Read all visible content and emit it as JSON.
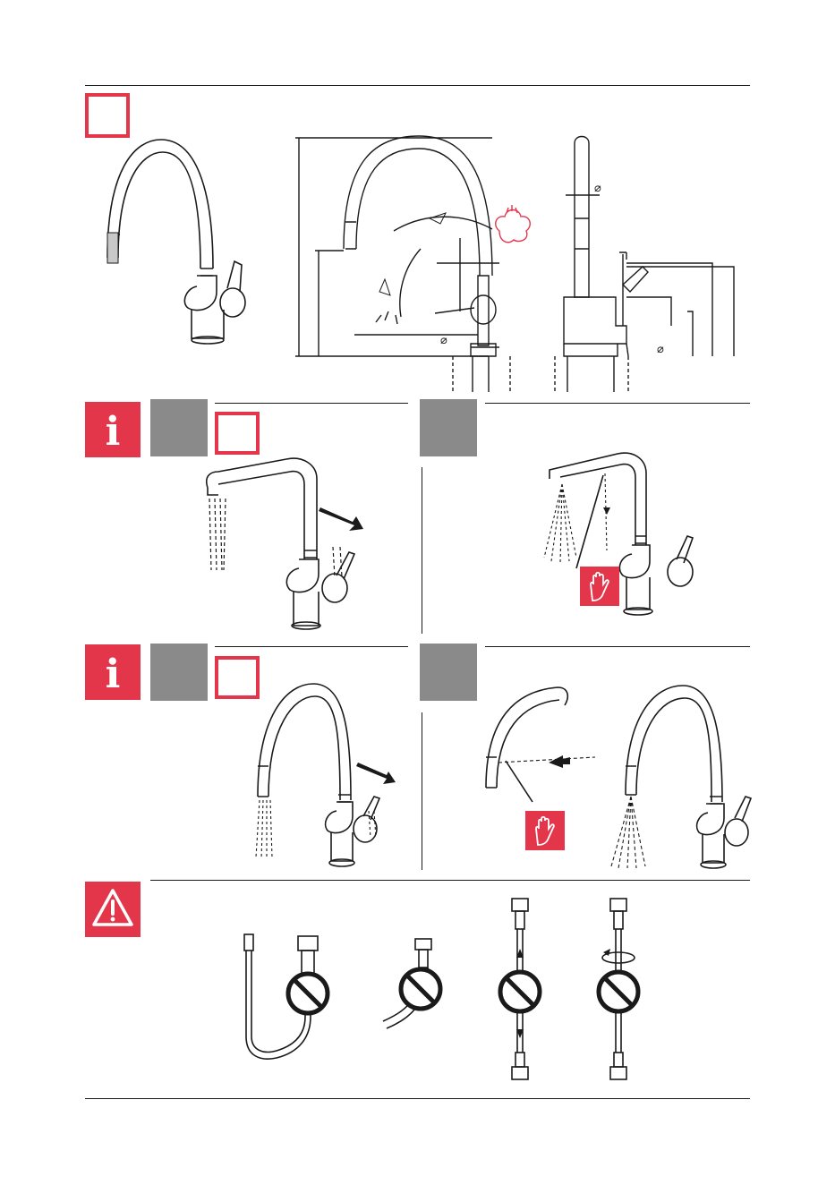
{
  "page": {
    "colors": {
      "accent": "#e4364b",
      "gray": "#8a8a8a",
      "ink": "#1a1a1a"
    }
  },
  "sections": [
    {
      "id": "dimensions",
      "marker": "red-square",
      "symbols": [
        "diameter-symbol",
        "diameter-symbol",
        "diameter-symbol",
        "diameter-symbol"
      ]
    },
    {
      "id": "info-pull-out-1",
      "marker": "info-icon",
      "panels": [
        "lever-open",
        "spray-hand"
      ]
    },
    {
      "id": "info-pull-out-2",
      "marker": "info-icon",
      "panels": [
        "lever-open",
        "spray-hand"
      ]
    },
    {
      "id": "warning-hoses",
      "marker": "warning-icon",
      "panels": [
        "no-kink",
        "no-bend",
        "no-stretch",
        "no-twist"
      ]
    }
  ],
  "icons": {
    "info": "i",
    "diameter": "⌀"
  }
}
